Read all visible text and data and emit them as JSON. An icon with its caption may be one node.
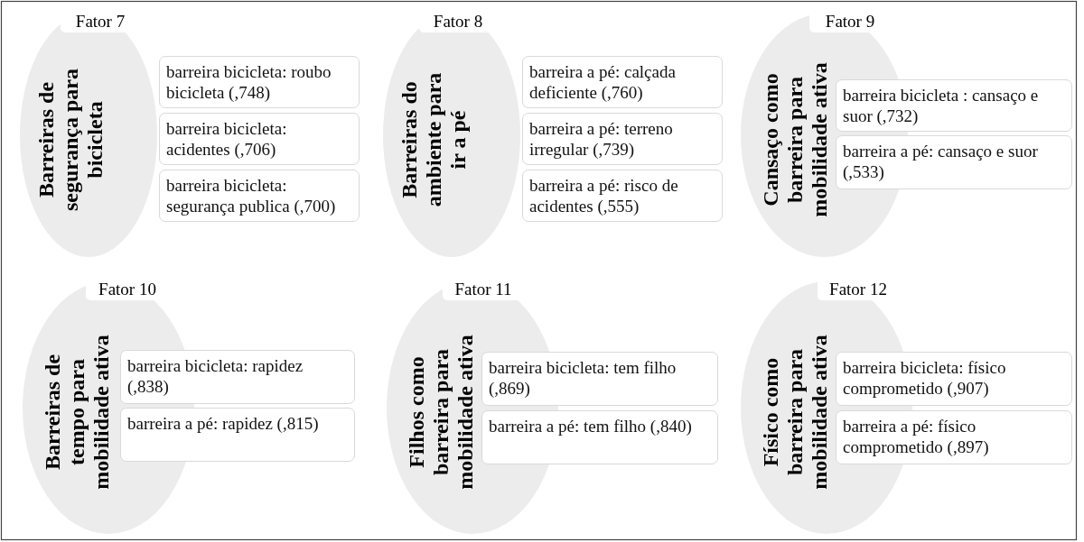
{
  "diagram": {
    "nodes": [
      {
        "text": [
          "Fator 7",
          "Barreiras de segurança para bicicleta"
        ]
      },
      {
        "text": [
          "barreira bicicleta: roubo bicicleta (,748)"
        ]
      },
      {
        "text": [
          "barreira bicicleta: acidentes (,706)"
        ]
      },
      {
        "text": [
          "barreira bicicleta: segurança publica (,700)"
        ]
      },
      {
        "text": [
          "Fator 8",
          "Barreiras do ambiente para ir a pé"
        ]
      },
      {
        "text": [
          "barreira a pé: calçada deficiente (,760)"
        ]
      },
      {
        "text": [
          "barreira a pé: terreno irregular (,739)"
        ]
      },
      {
        "text": [
          "barreira a pé: risco de acidentes (,555)"
        ]
      },
      {
        "text": [
          "Fator 9",
          "Cansaço como barreira para mobilidade ativa"
        ]
      },
      {
        "text": [
          "barreira bicicleta : cansaço e suor (,732)"
        ]
      },
      {
        "text": [
          "barreira a pé: cansaço e suor (,533)"
        ]
      },
      {
        "text": [
          "Fator 10",
          "Barreiras de tempo para mobilidade ativa"
        ]
      },
      {
        "text": [
          "barreira bicicleta: rapidez (,838)"
        ]
      },
      {
        "text": [
          "barreira a pé: rapidez (,815)"
        ]
      },
      {
        "text": [
          "Fator 11",
          "Filhos como barreira para mobilidade ativa"
        ]
      },
      {
        "text": [
          "barreira bicicleta: tem filho (,869)"
        ]
      },
      {
        "text": [
          "barreira a pé: tem filho (,840)"
        ]
      },
      {
        "text": [
          "Fator 12",
          "Físico como barreira para mobilidade ativa"
        ]
      },
      {
        "text": [
          "barreira bicicleta: físico comprometido (,907)"
        ]
      },
      {
        "text": [
          "barreira a pé: físico comprometido (,897)"
        ]
      }
    ]
  }
}
